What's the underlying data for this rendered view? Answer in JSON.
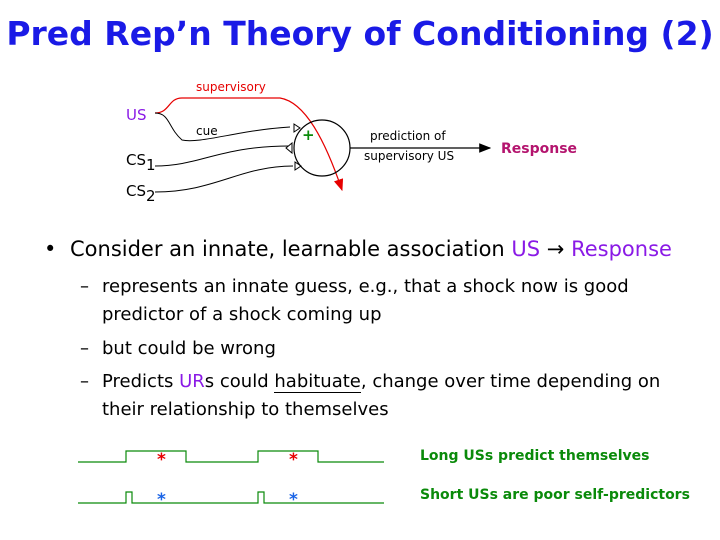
{
  "title": "Pred Rep’n Theory of Conditioning (2)",
  "diagram": {
    "us_label": "US",
    "cs1_label": "CS",
    "cs1_sub": "1",
    "cs2_label": "CS",
    "cs2_sub": "2",
    "supervisory_label": "supervisory",
    "cue_label": "cue",
    "plus_sign": "+",
    "prediction_line1": "prediction of",
    "prediction_line2": "supervisory US",
    "response_label": "Response",
    "colors": {
      "supervisory": "#e60000",
      "plus": "#0a8a0a",
      "response": "#b4146e"
    }
  },
  "bullet": {
    "dot": "•",
    "text_before": "Consider an innate, learnable association ",
    "us": "US",
    "arrow": " → ",
    "response": "Response"
  },
  "subbullets": {
    "dash": "–",
    "item1": "represents an innate guess, e.g., that a shock now is good predictor of a shock coming up",
    "item2": "but could be wrong",
    "item3_before": "Predicts ",
    "item3_ur": "UR",
    "item3_mid": "s could ",
    "item3_habituate": "habituate",
    "item3_after": ", change over time depending on their relationship to themselves"
  },
  "signals": {
    "star": "*",
    "long_caption": "Long USs predict themselves",
    "short_caption": "Short USs are poor self-predictors",
    "colors": {
      "line": "#0a8a0a",
      "long_star": "#e60000",
      "short_star": "#1a64e6"
    }
  }
}
